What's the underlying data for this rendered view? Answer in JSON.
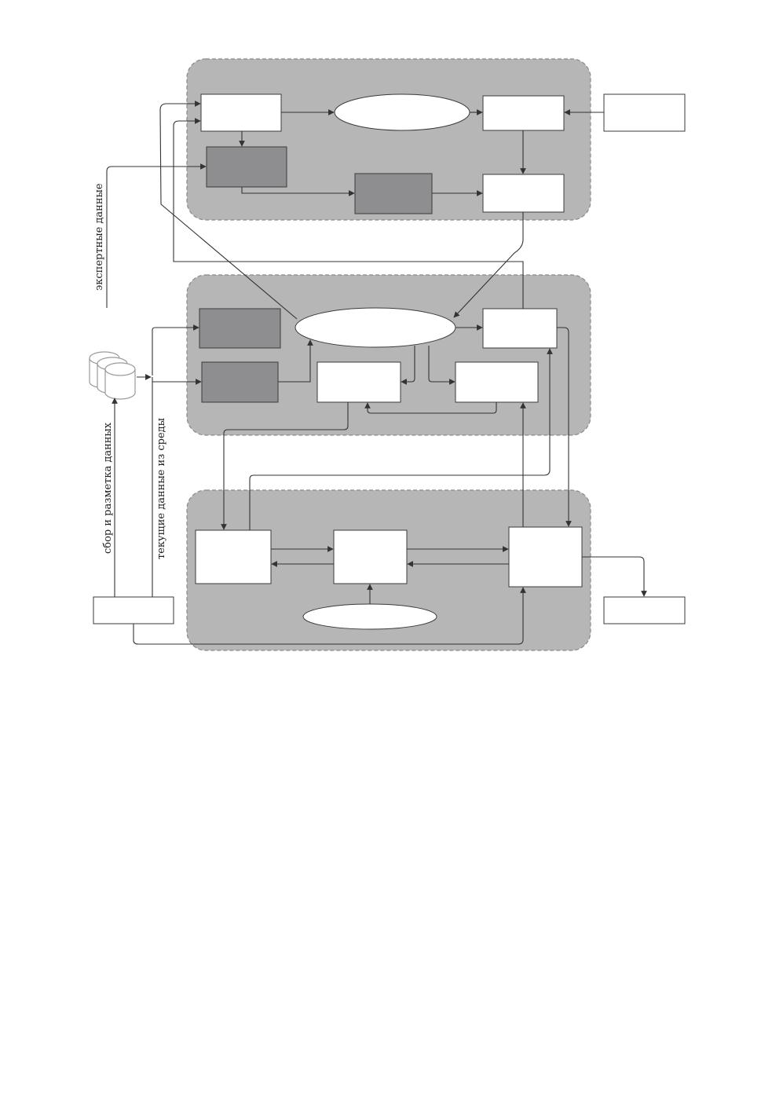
{
  "labels": {
    "expert_data": "экспертные данные",
    "collect_label": "сбор и разметка данных",
    "current_data": "текущие данные из среды"
  },
  "colors": {
    "panel": "#b6b6b7",
    "dark_box": "#8e8e90",
    "line": "#333333"
  }
}
